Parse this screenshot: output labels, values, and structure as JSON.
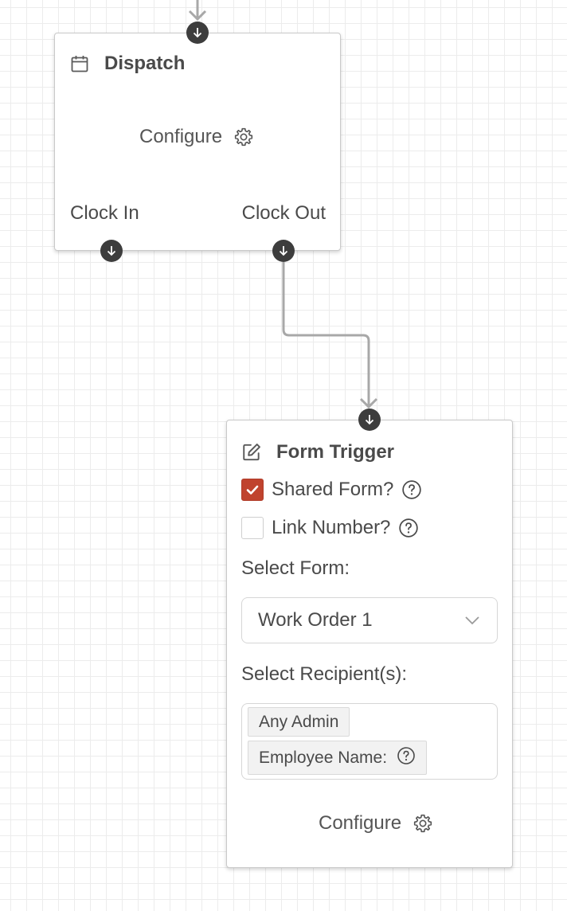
{
  "dispatch_node": {
    "title": "Dispatch",
    "icon": "calendar-icon",
    "configure_label": "Configure",
    "outputs": {
      "left_label": "Clock In",
      "right_label": "Clock Out"
    }
  },
  "form_trigger_node": {
    "title": "Form Trigger",
    "icon": "edit-icon",
    "shared_form": {
      "label": "Shared Form?",
      "checked": true
    },
    "link_number": {
      "label": "Link Number?",
      "checked": false
    },
    "select_form_label": "Select Form:",
    "selected_form": "Work Order 1",
    "select_recipients_label": "Select Recipient(s):",
    "recipients": [
      "Any Admin",
      "Employee Name:"
    ],
    "configure_label": "Configure"
  },
  "colors": {
    "checkbox_checked": "#c0432e",
    "handle": "#3d3d3d",
    "edge": "#a8a8a8"
  }
}
